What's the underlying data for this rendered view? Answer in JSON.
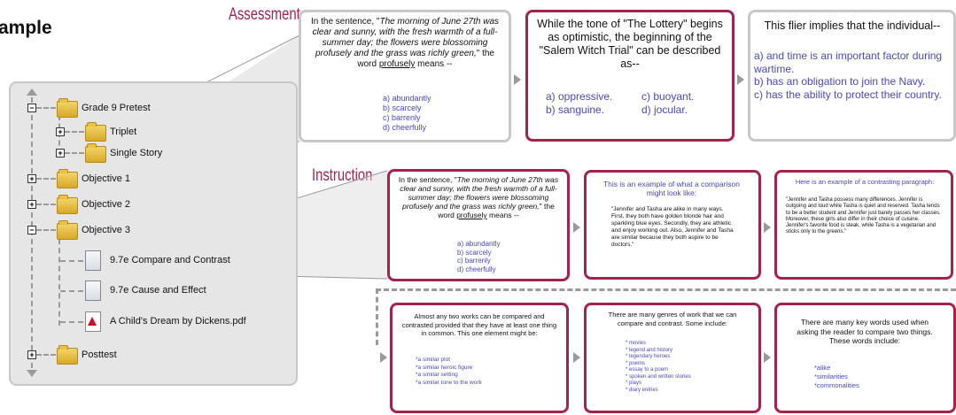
{
  "title": "ample",
  "sections": {
    "assessment": "Assessment",
    "instruction": "Instruction"
  },
  "tree": {
    "grade9": "Grade 9 Pretest",
    "triplet": "Triplet",
    "single": "Single Story",
    "obj1": "Objective 1",
    "obj2": "Objective 2",
    "obj3": "Objective 3",
    "compare": "9.7e Compare and Contrast",
    "cause": "9.7e Cause and Effect",
    "pdf": "A Child's Dream by Dickens.pdf",
    "posttest": "Posttest"
  },
  "cards": {
    "a1": {
      "q1": "In the sentence, \"",
      "qi": "The morning of June 27th was clear and sunny, with the fresh warmth of a full-summer day; the flowers were blossoming profusely and the grass was richly green,",
      "q2": "\" the word ",
      "qu": "profusely",
      "q3": " means --",
      "opts": [
        "a) abundantly",
        "b) scarcely",
        "c) barrenly",
        "d) cheerfully"
      ]
    },
    "a2": {
      "q": "While the tone of \"The Lottery\" begins as optimistic, the beginning of the \"Salem Witch Trial\" can be described as--",
      "opts": [
        "a) oppressive.",
        "c) buoyant.",
        "b) sanguine.",
        "d) jocular."
      ]
    },
    "a3": {
      "q": "This flier implies that the individual--",
      "opts": [
        "a) and time is an important factor during wartime.",
        "b) has an obligation to join the Navy.",
        "c) has the ability to protect their country."
      ]
    },
    "i2": {
      "h": "This is an example of what a comparison might look like:",
      "b": "\"Jennifer and Tasha are alike in many ways. First, they both have golden blonde hair and sparkling blue eyes. Secondly, they are athletic and enjoy working out. Also, Jennifer and Tasha are similar because they both aspire to be doctors.\""
    },
    "i3": {
      "h": "Here is an example of a contrasting paragraph:",
      "b": "\"Jennifer and Tasha possess many differences. Jennifer is outgoing and loud while Tasha is quiet and reserved. Tasha tends to be a better student and Jennifer just barely passes her classes. Moreover, these girls also differ in their choice of cuisine. Jennifer's favorite food is steak, while Tasha is a vegetarian and sticks only to the greens.\""
    },
    "r1": {
      "h": "Almost any two works can be compared and contrasted provided that they have at least one thing in common. This one element might be:",
      "items": [
        "*a similar plot",
        "*a similar heroic figure",
        "*a similar setting",
        "*a similar tone to the work"
      ]
    },
    "r2": {
      "h": "There are many genres of work that we can compare and contrast. Some include:",
      "items": [
        "* movies",
        "* legend and history",
        "* legendary heroes",
        "* poems",
        "* essay to a poem",
        "* spoken and written stories",
        "* plays",
        "* diary entries"
      ]
    },
    "r3": {
      "h": "There are many key words used when asking the reader to compare two things. These words include:",
      "items": [
        "*alike",
        "*similarities",
        "*commonalities"
      ]
    }
  },
  "colors": {
    "accent": "#a3234a",
    "option": "#4848c0",
    "panel": "#e6e6e6"
  }
}
